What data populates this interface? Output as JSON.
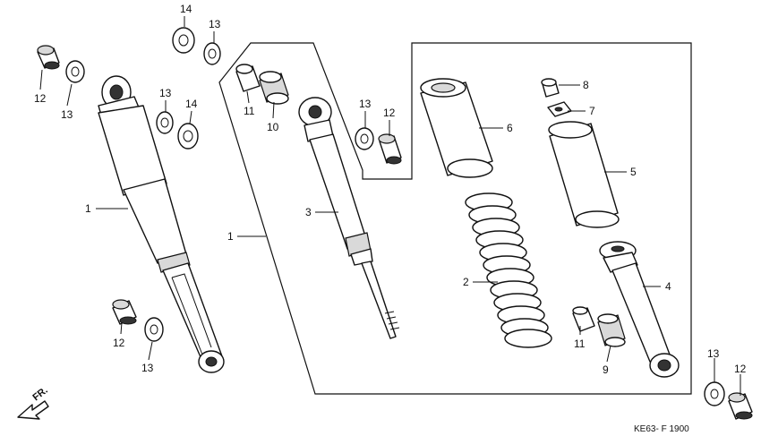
{
  "callouts": {
    "c14_top": "14",
    "c13_top": "13",
    "c12_tl": "12",
    "c13_tl": "13",
    "c13_mid": "13",
    "c14_mid": "14",
    "c11_top": "11",
    "c10": "10",
    "c13_box": "13",
    "c12_box": "12",
    "c6": "6",
    "c8": "8",
    "c7": "7",
    "c5": "5",
    "c1_left": "1",
    "c3": "3",
    "c1_box": "1",
    "c2": "2",
    "c4": "4",
    "c12_bl": "12",
    "c13_bl": "13",
    "c11_bot": "11",
    "c9": "9",
    "c13_br": "13",
    "c12_br": "12"
  },
  "front_label": "FR.",
  "diagram_code": "KE63- F 1900"
}
